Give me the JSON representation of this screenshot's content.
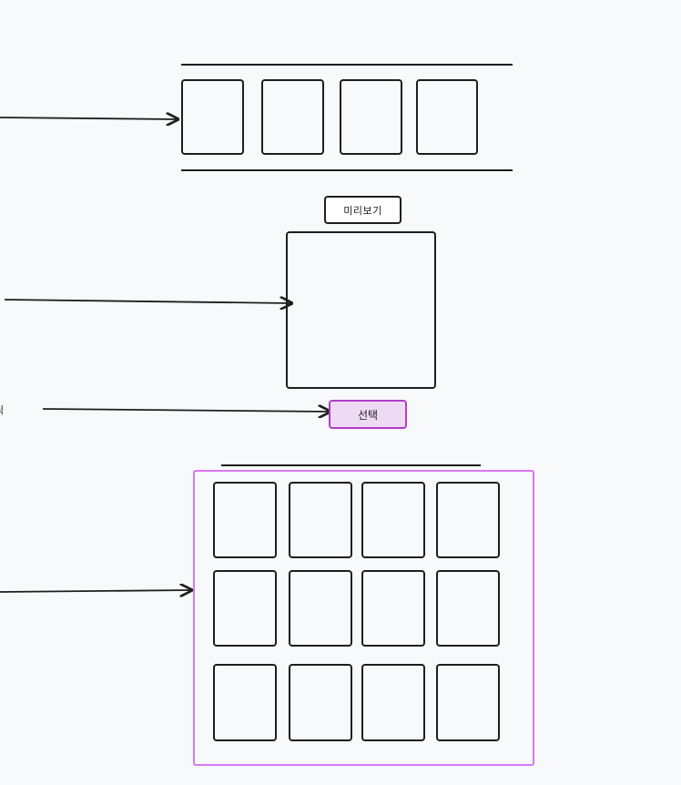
{
  "preview_label": "미리보기",
  "select_label": "선택",
  "clipped_left_label": "릭",
  "colors": {
    "stroke": "#1e1e1e",
    "select_fill": "#eedbf3",
    "select_border": "#ae3ec9",
    "grid_frame": "#da77f2",
    "background": "#f8f9fb"
  },
  "filmstrip": {
    "slot_count": 4
  },
  "grid": {
    "rows": 3,
    "columns": 4
  }
}
